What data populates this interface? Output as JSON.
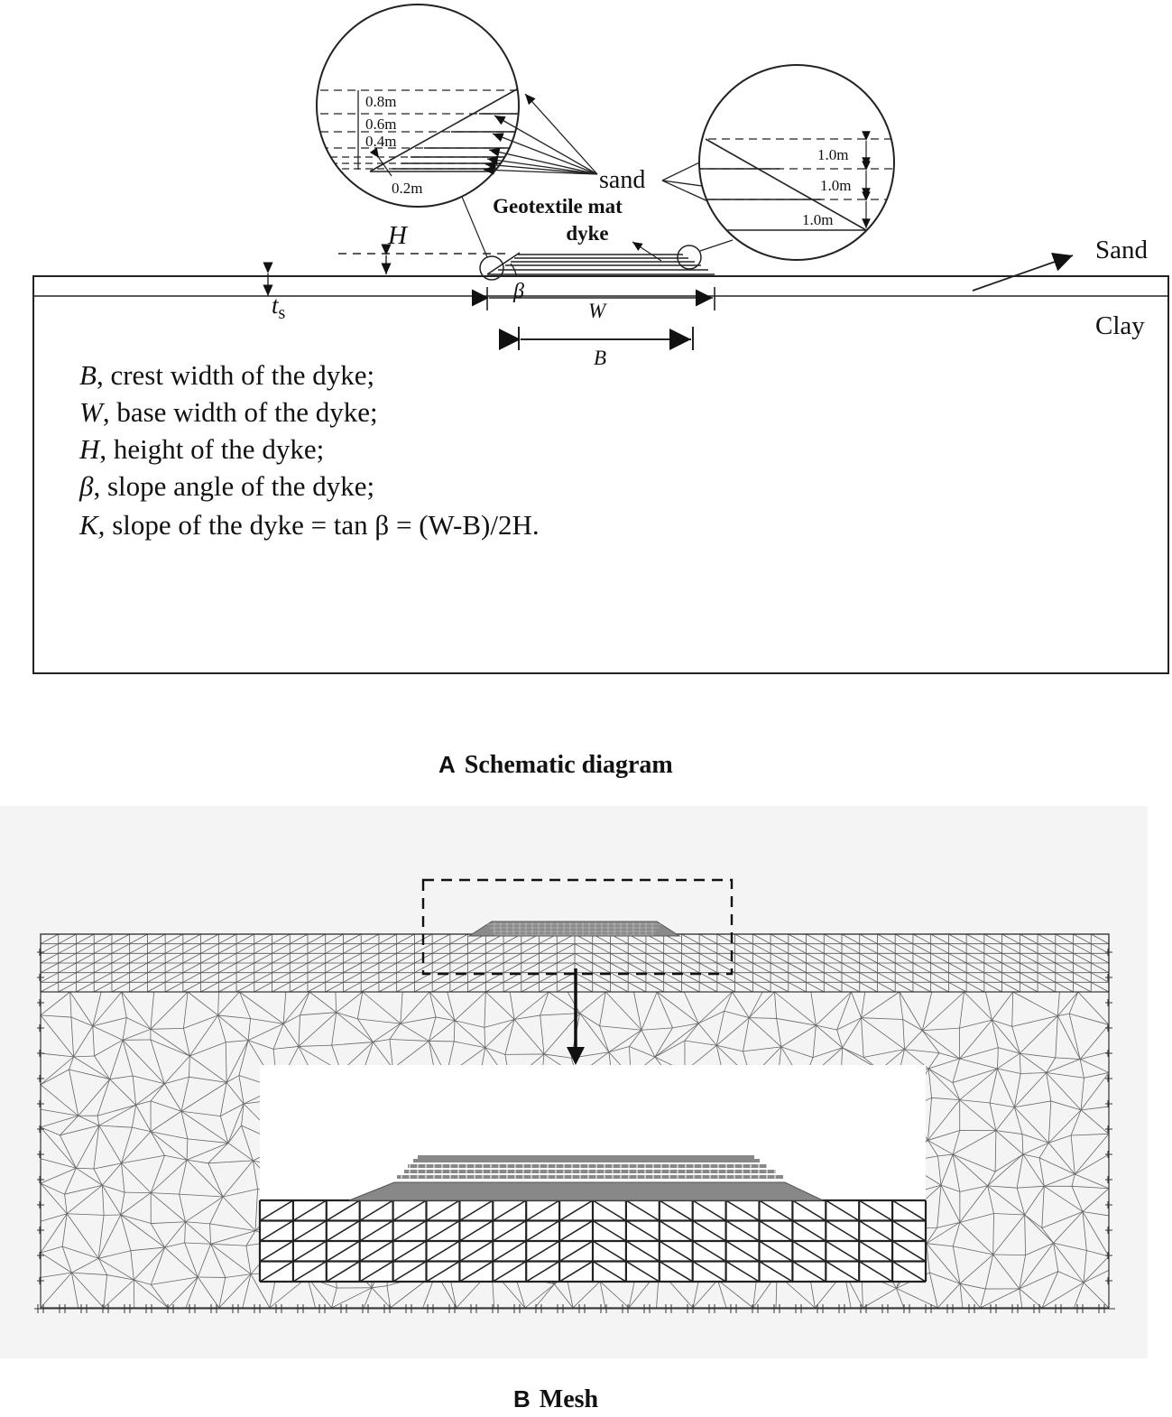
{
  "panel_a": {
    "caption_letter": "A",
    "caption_text": "Schematic diagram",
    "layers": {
      "top": "Sand",
      "bottom": "Clay"
    },
    "dimensions": {
      "H": "H",
      "W": "W",
      "B": "B",
      "beta": "β",
      "ts_main": "t",
      "ts_sub": "s"
    },
    "dyke_label_line1": "Geotextile mat",
    "dyke_label_line2": "dyke",
    "sand_label": "sand",
    "left_zoom_labels": [
      "0.8m",
      "0.6m",
      "0.4m",
      "0.2m"
    ],
    "right_zoom_labels": [
      "1.0m",
      "1.0m",
      "1.0m"
    ],
    "legend": [
      {
        "symbol": "B",
        "text": ", crest width of the dyke;"
      },
      {
        "symbol": "W",
        "text": ", base width of the dyke;"
      },
      {
        "symbol": "H",
        "text": ", height of the dyke;"
      },
      {
        "symbol": "β",
        "text": ", slope angle of the dyke;"
      },
      {
        "symbol": "K,",
        "text": " slope of the dyke = tan β = (W-B)/2H."
      }
    ]
  },
  "panel_b": {
    "caption_letter": "B",
    "caption_text": "Mesh"
  },
  "colors": {
    "line": "#222222",
    "mesh": "#555555",
    "panel_bg": "#f4f4f4",
    "mat": "#8a8a8a"
  }
}
